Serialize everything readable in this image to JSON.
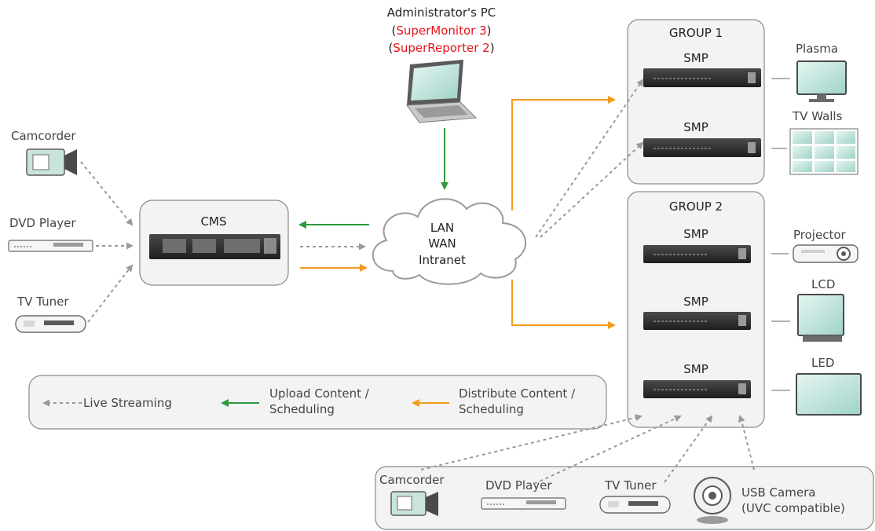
{
  "admin": {
    "line1": "Administrator's PC",
    "line2_open": "(",
    "line2_red": "SuperMonitor 3",
    "line2_close": ")",
    "line3_open": "(",
    "line3_red": "SuperReporter 2",
    "line3_close": ")"
  },
  "sources_left": {
    "camcorder": "Camcorder",
    "dvd": "DVD Player",
    "tv_tuner": "TV Tuner"
  },
  "cms": {
    "label": "CMS"
  },
  "network": {
    "line1": "LAN",
    "line2": "WAN",
    "line3": "Intranet"
  },
  "group1": {
    "title": "GROUP 1",
    "smp1": "SMP",
    "smp2": "SMP"
  },
  "group2": {
    "title": "GROUP 2",
    "smp1": "SMP",
    "smp2": "SMP",
    "smp3": "SMP"
  },
  "displays": {
    "plasma": "Plasma",
    "tv_walls": "TV Walls",
    "projector": "Projector",
    "lcd": "LCD",
    "led": "LED"
  },
  "legend": {
    "live": "Live Streaming",
    "upload_1": "Upload Content /",
    "upload_2": "Scheduling",
    "distribute_1": "Distribute Content /",
    "distribute_2": "Scheduling"
  },
  "sources_bottom": {
    "camcorder": "Camcorder",
    "dvd": "DVD Player",
    "tv_tuner": "TV Tuner",
    "usb_1": "USB Camera",
    "usb_2": "(UVC compatible)"
  },
  "colors": {
    "green": "#2f9a3e",
    "orange": "#f39a1f",
    "dashed": "#9a9a9a",
    "highlight": "#e8131b"
  }
}
